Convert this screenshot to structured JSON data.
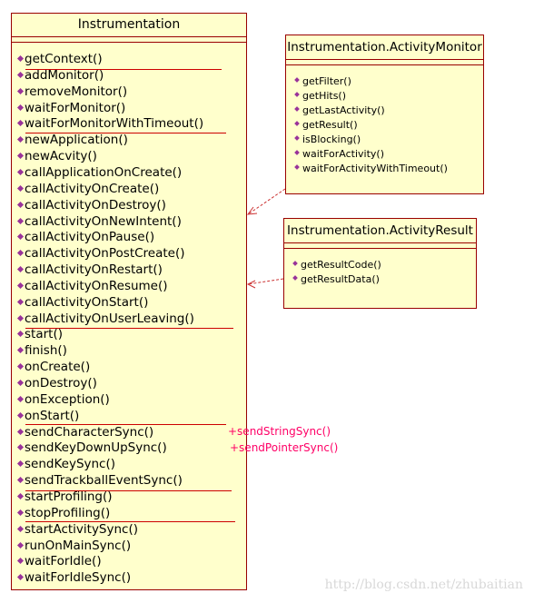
{
  "main_class": {
    "name": "Instrumentation",
    "operations": [
      "getContext()",
      "addMonitor()",
      "removeMonitor()",
      "waitForMonitor()",
      "waitForMonitorWithTimeout()",
      "newApplication()",
      "newAcvity()",
      "callApplicationOnCreate()",
      "callActivityOnCreate()",
      "callActivityOnDestroy()",
      "callActivityOnNewIntent()",
      "callActivityOnPause()",
      "callActivityOnPostCreate()",
      "callActivityOnRestart()",
      "callActivityOnResume()",
      "callActivityOnStart()",
      "callActivityOnUserLeaving()",
      "start()",
      "finish()",
      "onCreate()",
      "onDestroy()",
      "onException()",
      "onStart()",
      "sendCharacterSync()",
      "sendKeyDownUpSync()",
      "sendKeySync()",
      "sendTrackballEventSync()",
      "startProfiling()",
      "stopProfiling()",
      "startActivitySync()",
      "runOnMainSync()",
      "waitForIdle()",
      "waitForIdleSync()"
    ]
  },
  "activity_monitor": {
    "name": "Instrumentation.ActivityMonitor",
    "operations": [
      "getFilter()",
      "getHits()",
      "getLastActivity()",
      "getResult()",
      "isBlocking()",
      "waitForActivity()",
      "waitForActivityWithTimeout()"
    ]
  },
  "activity_result": {
    "name": "Instrumentation.ActivityResult",
    "operations": [
      "getResultCode()",
      "getResultData()"
    ]
  },
  "annotations": {
    "send_string_sync": "+sendStringSync()",
    "send_pointer_sync": "+sendPointerSync()"
  },
  "watermark": "http://blog.csdn.net/zhubaitian",
  "colors": {
    "class_fill": "#ffffcc",
    "class_border": "#990000",
    "operation_marker": "#993399",
    "group_separator": "#cc0000",
    "annotation_text": "#ff0066",
    "dependency_arrow": "#cc3333"
  }
}
